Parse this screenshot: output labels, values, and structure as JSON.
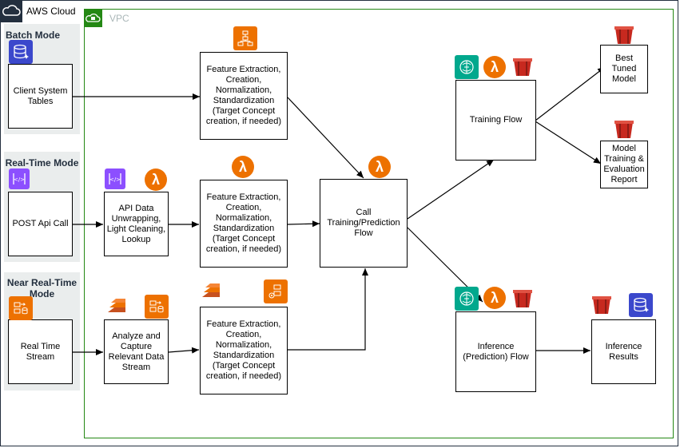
{
  "cloud": {
    "title": "AWS Cloud"
  },
  "vpc": {
    "title": "VPC"
  },
  "groups": {
    "batch": {
      "title": "Batch Mode",
      "source": "Client System Tables"
    },
    "realtime": {
      "title": "Real-Time Mode",
      "source": "POST Api Call"
    },
    "nearrealtime": {
      "title": "Near Real-Time Mode",
      "source": "Real Time Stream"
    }
  },
  "pre": {
    "api": "API Data Unwrapping, Light Cleaning, Lookup",
    "stream": "Analyze and Capture Relevant Data Stream"
  },
  "feature": {
    "batch": "Feature Extraction, Creation, Normalization, Standardization (Target Concept creation, if needed)",
    "realtime": "Feature Extraction, Creation, Normalization, Standardization (Target Concept creation, if needed)",
    "nearrealtime": "Feature Extraction, Creation, Normalization, Standardization (Target Concept creation, if needed)"
  },
  "call": "Call Training/Prediction Flow",
  "training": "Training  Flow",
  "inference": "Inference (Prediction) Flow",
  "outputs": {
    "model": "Best Tuned Model",
    "report": "Model Training & Evaluation Report",
    "results": "Inference Results"
  },
  "icon_glyphs": {
    "lambda": "λ"
  },
  "colors": {
    "aws_dark": "#232f3e",
    "vpc_green": "#248814",
    "lambda_orange": "#ed7100",
    "s3_red": "#c7291f",
    "sagemaker_teal": "#01a88d",
    "database_blue": "#3b48cc",
    "api_purple": "#8c4fff",
    "group_bg": "#eaeded"
  }
}
